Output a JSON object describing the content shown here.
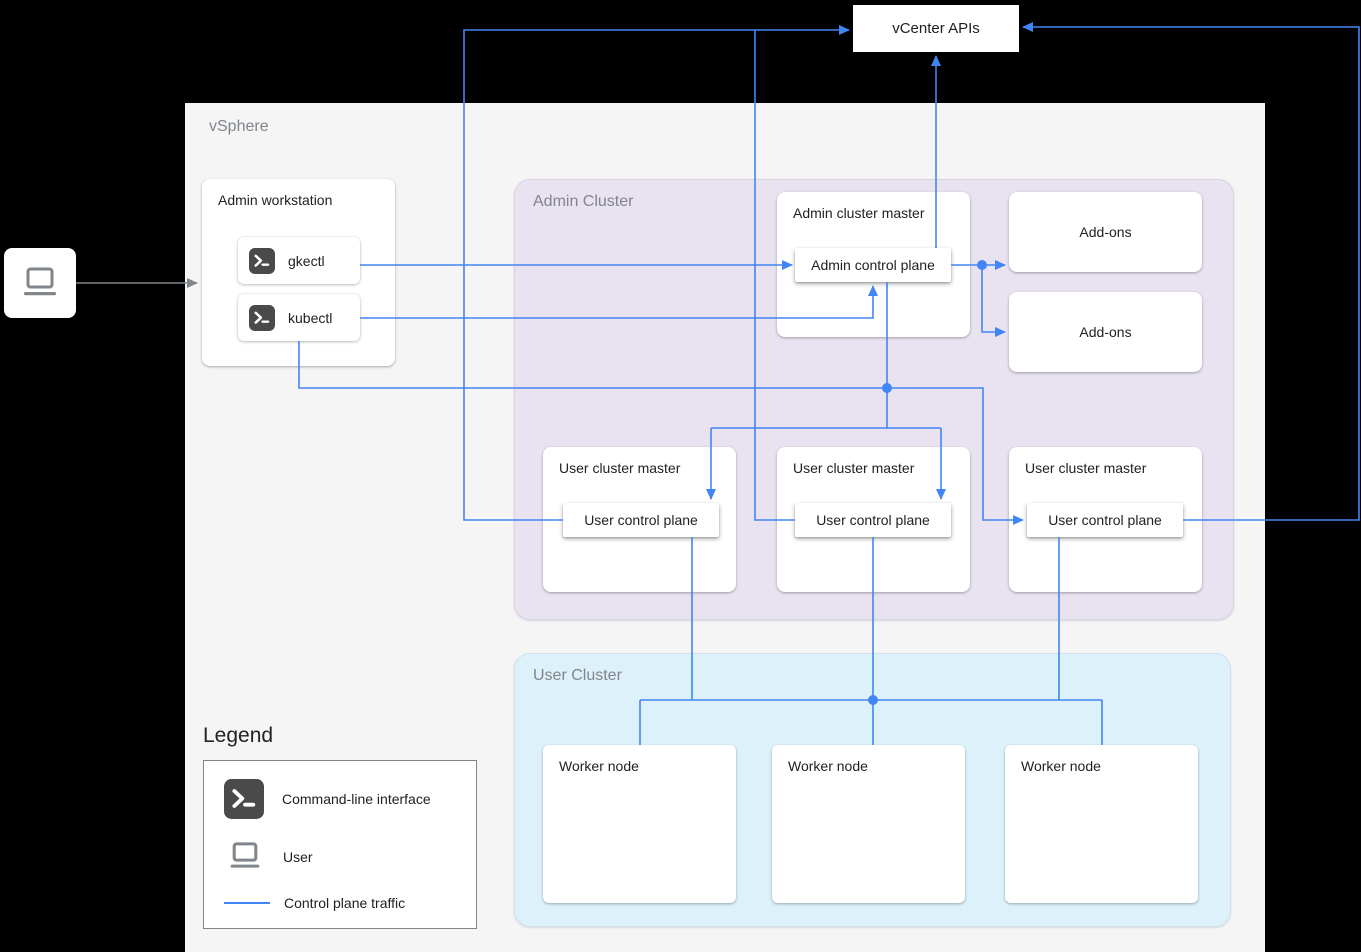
{
  "colors": {
    "canvas_bg": "#000000",
    "vsphere_bg": "#f5f5f6",
    "admin_cluster_bg": "#e9e2f1",
    "user_cluster_bg": "#ddf1fa",
    "control_plane_traffic_blue": "#4285f4",
    "user_arrow_gray": "#80868b",
    "terminal_icon_bg": "#4a4a4a"
  },
  "vsphere": {
    "label": "vSphere"
  },
  "vcenter": {
    "label": "vCenter APIs"
  },
  "admin_workstation": {
    "title": "Admin workstation",
    "tools": [
      {
        "label": "gkectl"
      },
      {
        "label": "kubectl"
      }
    ]
  },
  "admin_cluster": {
    "label": "Admin Cluster",
    "admin_master": {
      "title": "Admin cluster master",
      "control_plane_label": "Admin control plane"
    },
    "addons": [
      {
        "label": "Add-ons"
      },
      {
        "label": "Add-ons"
      }
    ],
    "user_masters": [
      {
        "title": "User cluster master",
        "control_plane_label": "User control plane"
      },
      {
        "title": "User cluster master",
        "control_plane_label": "User control plane"
      },
      {
        "title": "User cluster master",
        "control_plane_label": "User control plane"
      }
    ]
  },
  "user_cluster": {
    "label": "User Cluster",
    "workers": [
      {
        "label": "Worker node"
      },
      {
        "label": "Worker node"
      },
      {
        "label": "Worker node"
      }
    ]
  },
  "legend": {
    "title": "Legend",
    "items": [
      {
        "label": "Command-line interface"
      },
      {
        "label": "User"
      },
      {
        "label": "Control plane traffic"
      }
    ]
  }
}
